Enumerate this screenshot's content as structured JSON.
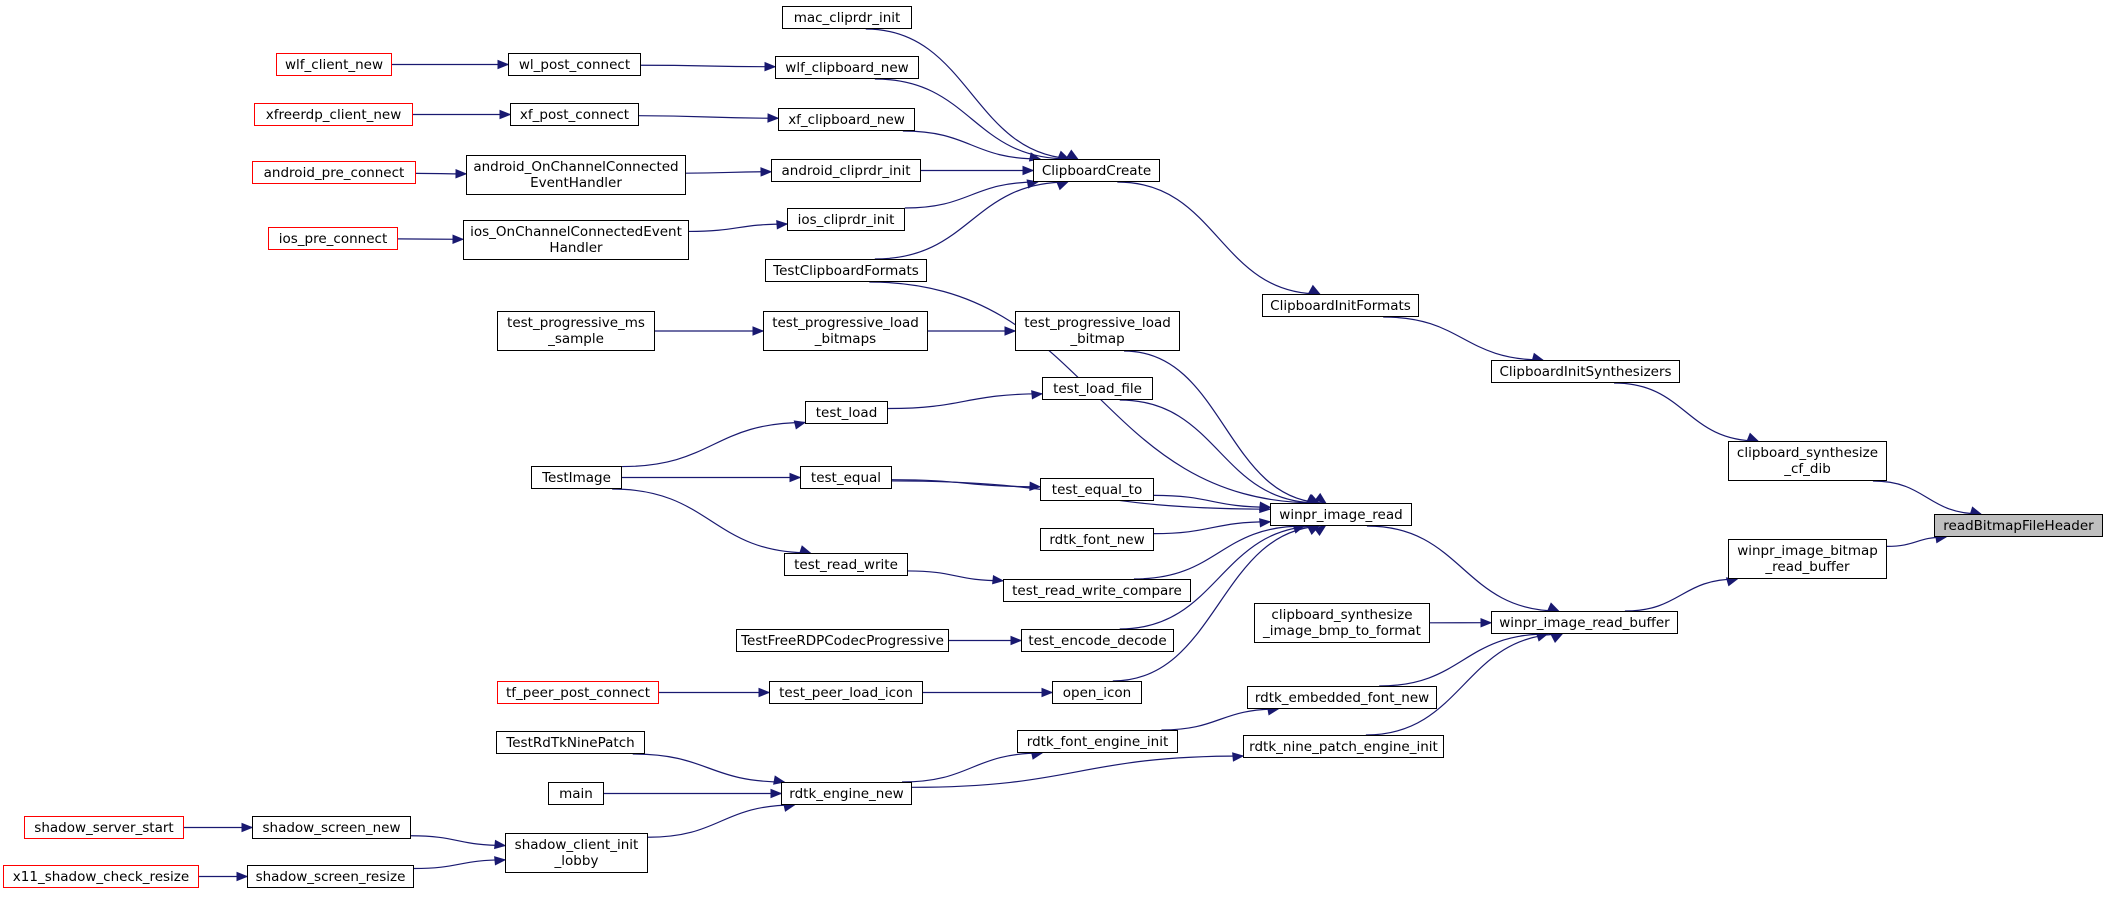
{
  "colors": {
    "edge": "#191970",
    "node_border": "#000000",
    "truncated_border": "#ff0000",
    "focus_fill": "#bfbfbf",
    "background": "#ffffff"
  },
  "focus_node": "readBitmapFileHeader",
  "nodes": {
    "readBitmapFileHeader": "readBitmapFileHeader",
    "clipboard_synthesize_cf_dib": "clipboard_synthesize\n_cf_dib",
    "winpr_image_bitmap_read_buffer": "winpr_image_bitmap\n_read_buffer",
    "ClipboardInitSynthesizers": "ClipboardInitSynthesizers",
    "winpr_image_read_buffer": "winpr_image_read_buffer",
    "ClipboardInitFormats": "ClipboardInitFormats",
    "winpr_image_read": "winpr_image_read",
    "clipboard_synthesize_image_bmp_to_format": "clipboard_synthesize\n_image_bmp_to_format",
    "rdtk_embedded_font_new": "rdtk_embedded_font_new",
    "rdtk_nine_patch_engine_init": "rdtk_nine_patch_engine_init",
    "ClipboardCreate": "ClipboardCreate",
    "mac_cliprdr_init": "mac_cliprdr_init",
    "wlf_clipboard_new": "wlf_clipboard_new",
    "xf_clipboard_new": "xf_clipboard_new",
    "android_cliprdr_init": "android_cliprdr_init",
    "ios_cliprdr_init": "ios_cliprdr_init",
    "TestClipboardFormats": "TestClipboardFormats",
    "test_progressive_load_bitmap": "test_progressive_load\n_bitmap",
    "test_load_file": "test_load_file",
    "test_equal_to": "test_equal_to",
    "rdtk_font_new": "rdtk_font_new",
    "test_read_write_compare": "test_read_write_compare",
    "test_encode_decode": "test_encode_decode",
    "open_icon": "open_icon",
    "rdtk_font_engine_init": "rdtk_font_engine_init",
    "rdtk_engine_new": "rdtk_engine_new",
    "wl_post_connect": "wl_post_connect",
    "xf_post_connect": "xf_post_connect",
    "android_OnChannelConnectedEventHandler": "android_OnChannelConnected\nEventHandler",
    "ios_OnChannelConnectedEventHandler": "ios_OnChannelConnectedEvent\nHandler",
    "test_progressive_load_bitmaps": "test_progressive_load\n_bitmaps",
    "test_progressive_ms_sample": "test_progressive_ms\n_sample",
    "test_load": "test_load",
    "test_equal": "test_equal",
    "test_read_write": "test_read_write",
    "TestImage": "TestImage",
    "TestFreeRDPCodecProgressive": "TestFreeRDPCodecProgressive",
    "test_peer_load_icon": "test_peer_load_icon",
    "tf_peer_post_connect": "tf_peer_post_connect",
    "TestRdTkNinePatch": "TestRdTkNinePatch",
    "main": "main",
    "shadow_client_init_lobby": "shadow_client_init\n_lobby",
    "shadow_screen_new": "shadow_screen_new",
    "shadow_screen_resize": "shadow_screen_resize",
    "shadow_server_start": "shadow_server_start",
    "x11_shadow_check_resize": "x11_shadow_check_resize",
    "wlf_client_new": "wlf_client_new",
    "xfreerdp_client_new": "xfreerdp_client_new",
    "android_pre_connect": "android_pre_connect",
    "ios_pre_connect": "ios_pre_connect"
  },
  "truncated_nodes": [
    "wlf_client_new",
    "xfreerdp_client_new",
    "android_pre_connect",
    "ios_pre_connect",
    "tf_peer_post_connect",
    "shadow_server_start",
    "x11_shadow_check_resize"
  ],
  "edges": [
    [
      "clipboard_synthesize_cf_dib",
      "readBitmapFileHeader"
    ],
    [
      "winpr_image_bitmap_read_buffer",
      "readBitmapFileHeader"
    ],
    [
      "ClipboardInitSynthesizers",
      "clipboard_synthesize_cf_dib"
    ],
    [
      "winpr_image_read_buffer",
      "winpr_image_bitmap_read_buffer"
    ],
    [
      "ClipboardInitFormats",
      "ClipboardInitSynthesizers"
    ],
    [
      "ClipboardCreate",
      "ClipboardInitFormats"
    ],
    [
      "winpr_image_read",
      "winpr_image_read_buffer"
    ],
    [
      "clipboard_synthesize_image_bmp_to_format",
      "winpr_image_read_buffer"
    ],
    [
      "rdtk_embedded_font_new",
      "winpr_image_read_buffer"
    ],
    [
      "rdtk_nine_patch_engine_init",
      "winpr_image_read_buffer"
    ],
    [
      "mac_cliprdr_init",
      "ClipboardCreate"
    ],
    [
      "wlf_clipboard_new",
      "ClipboardCreate"
    ],
    [
      "xf_clipboard_new",
      "ClipboardCreate"
    ],
    [
      "android_cliprdr_init",
      "ClipboardCreate"
    ],
    [
      "ios_cliprdr_init",
      "ClipboardCreate"
    ],
    [
      "TestClipboardFormats",
      "ClipboardCreate"
    ],
    [
      "TestClipboardFormats",
      "winpr_image_read"
    ],
    [
      "test_progressive_load_bitmap",
      "winpr_image_read"
    ],
    [
      "test_load_file",
      "winpr_image_read"
    ],
    [
      "test_equal",
      "winpr_image_read"
    ],
    [
      "test_equal_to",
      "winpr_image_read"
    ],
    [
      "rdtk_font_new",
      "winpr_image_read"
    ],
    [
      "test_read_write_compare",
      "winpr_image_read"
    ],
    [
      "test_encode_decode",
      "winpr_image_read"
    ],
    [
      "open_icon",
      "winpr_image_read"
    ],
    [
      "rdtk_font_engine_init",
      "rdtk_embedded_font_new"
    ],
    [
      "rdtk_engine_new",
      "rdtk_font_engine_init"
    ],
    [
      "rdtk_engine_new",
      "rdtk_nine_patch_engine_init"
    ],
    [
      "wl_post_connect",
      "wlf_clipboard_new"
    ],
    [
      "xf_post_connect",
      "xf_clipboard_new"
    ],
    [
      "android_OnChannelConnectedEventHandler",
      "android_cliprdr_init"
    ],
    [
      "ios_OnChannelConnectedEventHandler",
      "ios_cliprdr_init"
    ],
    [
      "test_progressive_load_bitmaps",
      "test_progressive_load_bitmap"
    ],
    [
      "test_progressive_ms_sample",
      "test_progressive_load_bitmaps"
    ],
    [
      "test_load",
      "test_load_file"
    ],
    [
      "test_equal",
      "test_equal_to"
    ],
    [
      "test_read_write",
      "test_read_write_compare"
    ],
    [
      "TestImage",
      "test_load"
    ],
    [
      "TestImage",
      "test_equal"
    ],
    [
      "TestImage",
      "test_read_write"
    ],
    [
      "TestFreeRDPCodecProgressive",
      "test_encode_decode"
    ],
    [
      "test_peer_load_icon",
      "open_icon"
    ],
    [
      "tf_peer_post_connect",
      "test_peer_load_icon"
    ],
    [
      "TestRdTkNinePatch",
      "rdtk_engine_new"
    ],
    [
      "main",
      "rdtk_engine_new"
    ],
    [
      "shadow_client_init_lobby",
      "rdtk_engine_new"
    ],
    [
      "shadow_screen_new",
      "shadow_client_init_lobby"
    ],
    [
      "shadow_screen_resize",
      "shadow_client_init_lobby"
    ],
    [
      "shadow_server_start",
      "shadow_screen_new"
    ],
    [
      "x11_shadow_check_resize",
      "shadow_screen_resize"
    ],
    [
      "wlf_client_new",
      "wl_post_connect"
    ],
    [
      "xfreerdp_client_new",
      "xf_post_connect"
    ],
    [
      "android_pre_connect",
      "android_OnChannelConnectedEventHandler"
    ],
    [
      "ios_pre_connect",
      "ios_OnChannelConnectedEventHandler"
    ]
  ]
}
